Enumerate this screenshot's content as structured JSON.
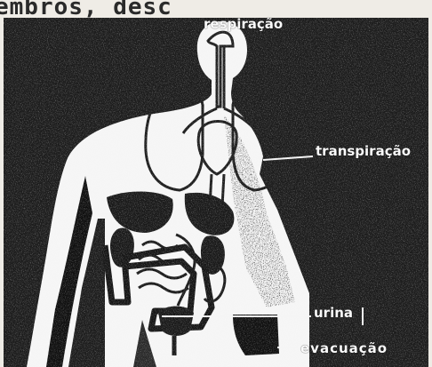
{
  "page": {
    "header_fragment": "embros, desc"
  },
  "diagram": {
    "labels": {
      "respiration": "respiração",
      "transpiration": "transpiração",
      "urine": "urina",
      "evacuation": "evacuação"
    }
  },
  "colors": {
    "background": "#1d1d1d",
    "figure": "#f5f5f5",
    "paper": "#efece6"
  }
}
